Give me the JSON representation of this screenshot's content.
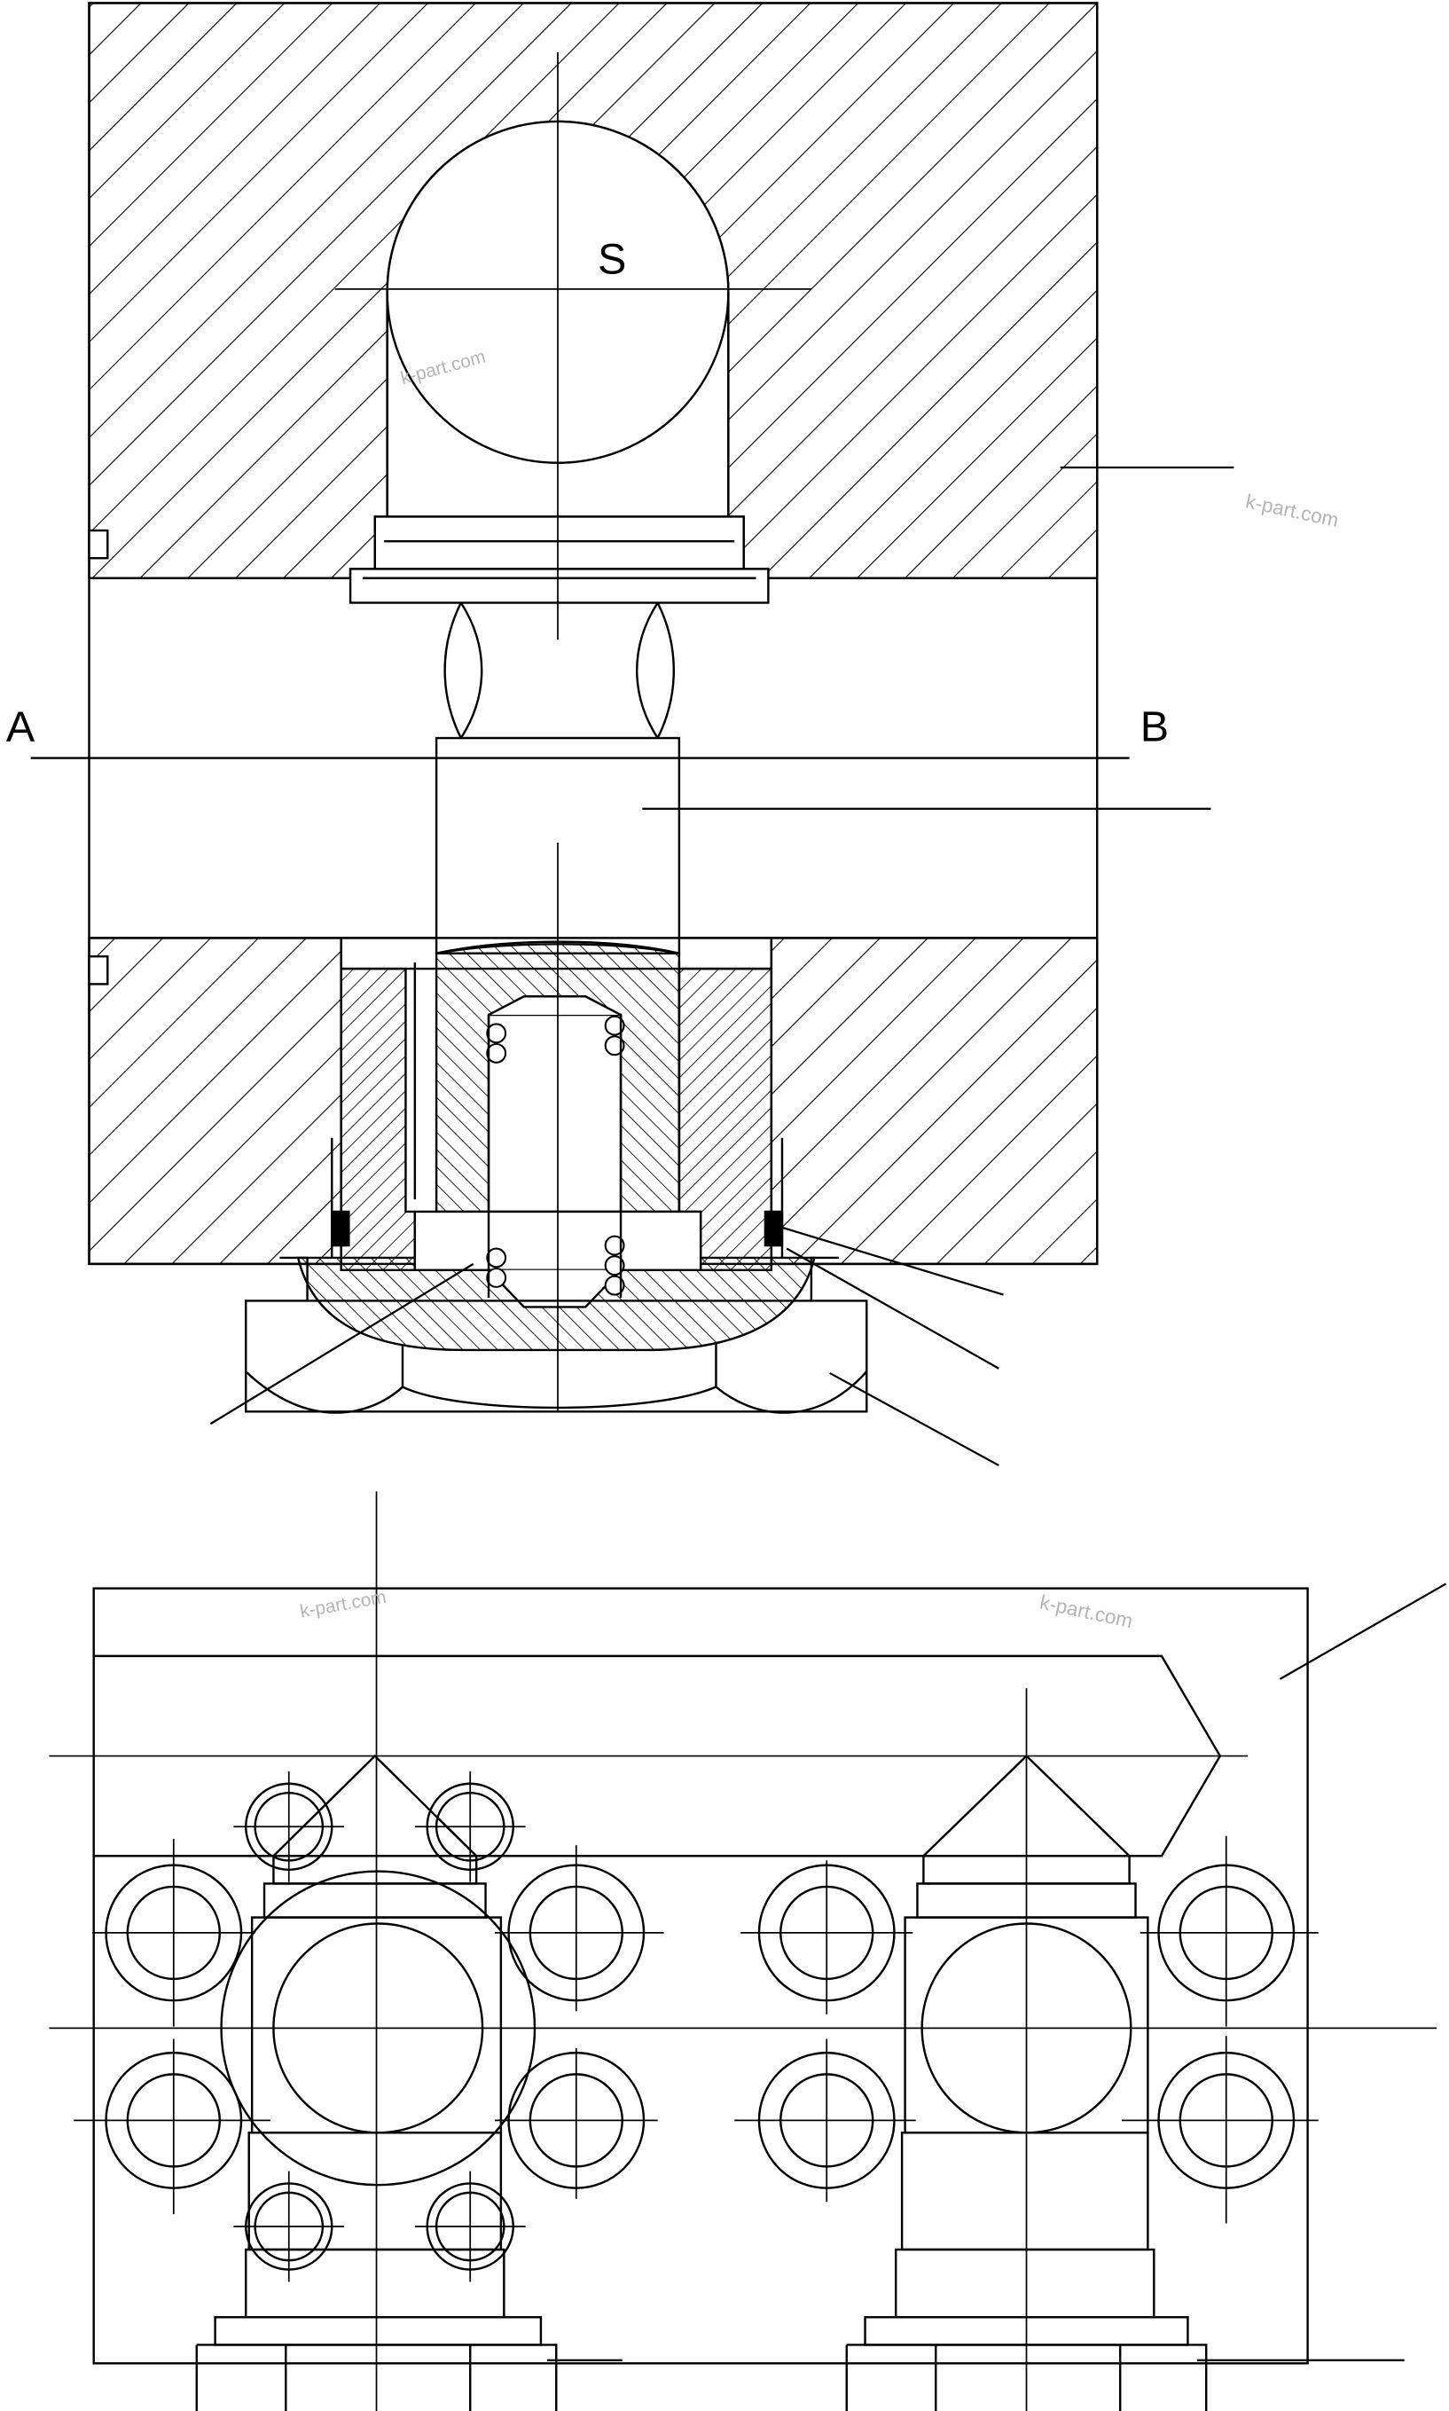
{
  "diagram": {
    "labels": {
      "port_a": "A",
      "port_b": "B",
      "spool": "S"
    },
    "watermark": "k-part.com",
    "colors": {
      "line": "#000000",
      "watermark": "#b4b4b4",
      "background": "#ffffff"
    }
  }
}
